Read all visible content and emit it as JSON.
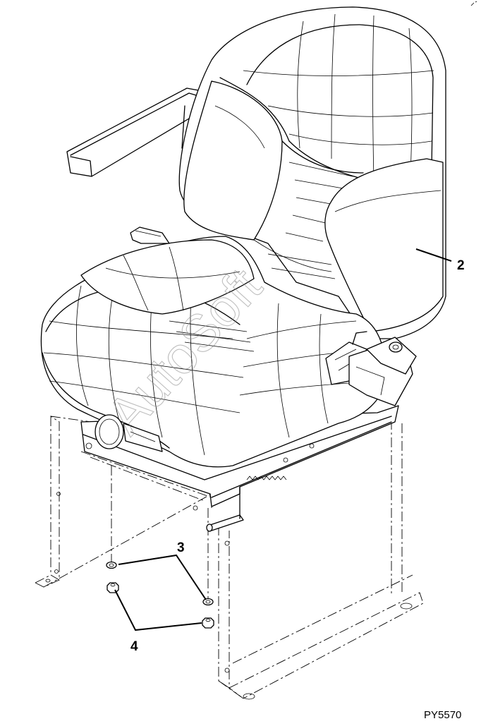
{
  "figure": {
    "callouts": [
      {
        "id": "c2",
        "label": "2"
      },
      {
        "id": "c3",
        "label": "3"
      },
      {
        "id": "c4",
        "label": "4"
      }
    ],
    "figure_code": "PY5570",
    "watermark": "AutoSoft"
  },
  "colors": {
    "line": "#000000",
    "background": "#ffffff",
    "watermark": "#8a8a8a"
  }
}
